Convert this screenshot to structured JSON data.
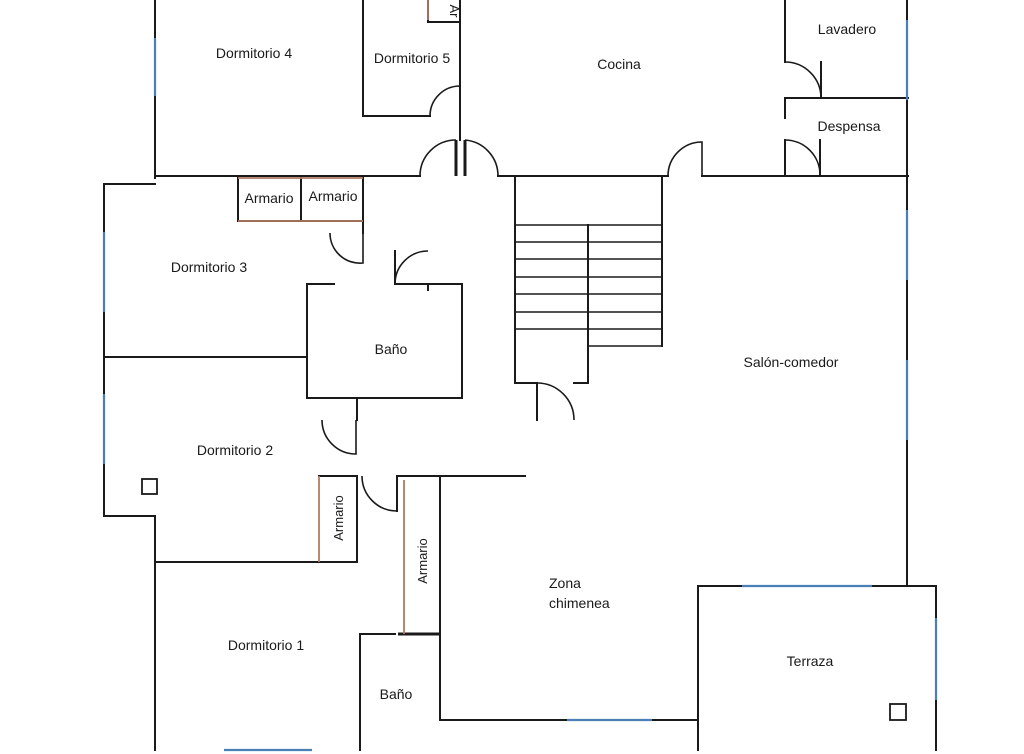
{
  "rooms": {
    "dormitorio4": "Dormitorio 4",
    "dormitorio5": "Dormitorio 5",
    "armario_top": "Ar",
    "cocina": "Cocina",
    "lavadero": "Lavadero",
    "despensa": "Despensa",
    "armario_a": "Armario",
    "armario_b": "Armario",
    "dormitorio3": "Dormitorio 3",
    "bano_top": "Baño",
    "salon": "Salón-comedor",
    "dormitorio2": "Dormitorio 2",
    "armario_c": "Armario",
    "armario_d": "Armario",
    "zona_line1": "Zona",
    "zona_line2": "chimenea",
    "terraza": "Terraza",
    "dormitorio1": "Dormitorio 1",
    "bano_bottom": "Baño"
  },
  "colors": {
    "wall": "#1a1a1a",
    "window": "#4a7fb5",
    "closet": "#b07a62"
  }
}
